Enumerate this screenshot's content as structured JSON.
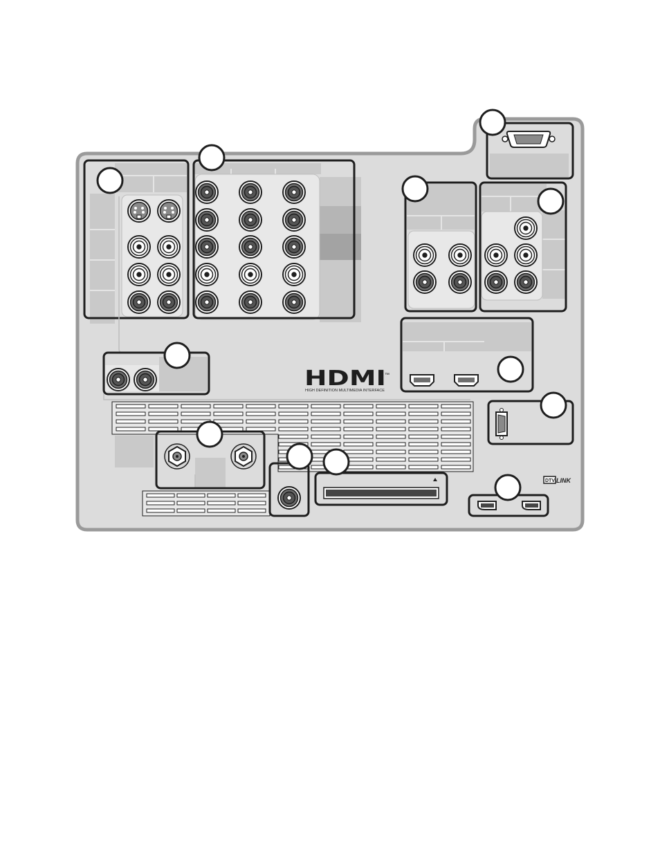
{
  "logos": {
    "hdmi_wordmark": "HDMI",
    "hdmi_trademark": "™",
    "hdmi_tagline": "HIGH DEFINITION MULTIMEDIA INTERFACE",
    "dtvlink_box": "DTV",
    "dtvlink_text": "LINK"
  },
  "colors": {
    "panel_fill": "#dcdcdc",
    "panel_border": "#9a9a9a",
    "frame_stroke": "#1e1e1e",
    "block_light": "#c9c9c9",
    "block_mid": "#b5b5b5",
    "block_dark": "#a3a3a3",
    "jack_dark": "#6e6e6e",
    "circle_fill": "#ffffff"
  },
  "icons": {
    "callout": "callout-circle-icon",
    "rca_light": "rca-jack-light-icon",
    "rca_dark": "rca-jack-dark-icon",
    "svideo": "svideo-jack-icon",
    "vga": "vga-port-icon",
    "hdmi": "hdmi-port-icon",
    "rs232": "rs232-port-icon",
    "coax": "f-connector-icon",
    "firewire": "ieee1394-port-icon",
    "card_slot": "cablecard-slot-icon",
    "eject_arrow": "eject-arrow-icon"
  }
}
